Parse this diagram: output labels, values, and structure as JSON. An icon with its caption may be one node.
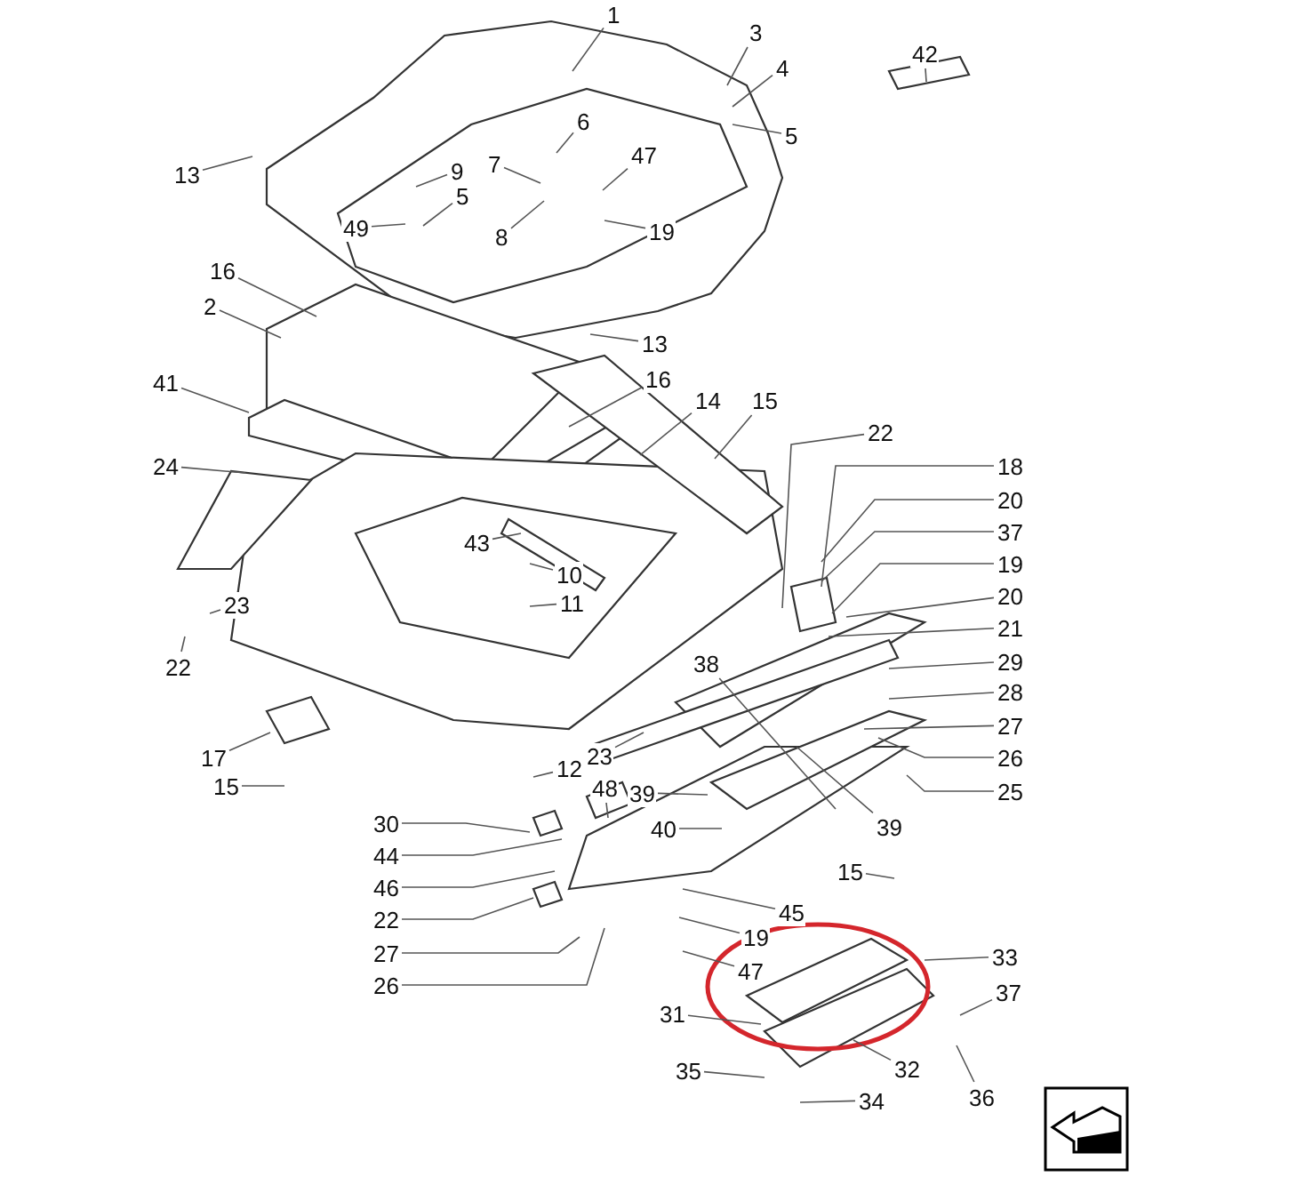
{
  "diagram": {
    "nodes": [
      {
        "text": [
          "1"
        ]
      },
      {
        "text": [
          "3"
        ]
      },
      {
        "text": [
          "42"
        ]
      },
      {
        "text": [
          "4"
        ]
      },
      {
        "text": [
          "6"
        ]
      },
      {
        "text": [
          "5"
        ]
      },
      {
        "text": [
          "47"
        ]
      },
      {
        "text": [
          "7"
        ]
      },
      {
        "text": [
          "13"
        ]
      },
      {
        "text": [
          "9"
        ]
      },
      {
        "text": [
          "5"
        ]
      },
      {
        "text": [
          "49"
        ]
      },
      {
        "text": [
          "19"
        ]
      },
      {
        "text": [
          "8"
        ]
      },
      {
        "text": [
          "16"
        ]
      },
      {
        "text": [
          "2"
        ]
      },
      {
        "text": [
          "13"
        ]
      },
      {
        "text": [
          "41"
        ]
      },
      {
        "text": [
          "16"
        ]
      },
      {
        "text": [
          "14"
        ]
      },
      {
        "text": [
          "15"
        ]
      },
      {
        "text": [
          "22"
        ]
      },
      {
        "text": [
          "18"
        ]
      },
      {
        "text": [
          "24"
        ]
      },
      {
        "text": [
          "20"
        ]
      },
      {
        "text": [
          "37"
        ]
      },
      {
        "text": [
          "43"
        ]
      },
      {
        "text": [
          "19"
        ]
      },
      {
        "text": [
          "10"
        ]
      },
      {
        "text": [
          "20"
        ]
      },
      {
        "text": [
          "11"
        ]
      },
      {
        "text": [
          "23"
        ]
      },
      {
        "text": [
          "21"
        ]
      },
      {
        "text": [
          "38"
        ]
      },
      {
        "text": [
          "22"
        ]
      },
      {
        "text": [
          "29"
        ]
      },
      {
        "text": [
          "28"
        ]
      },
      {
        "text": [
          "27"
        ]
      },
      {
        "text": [
          "23"
        ]
      },
      {
        "text": [
          "17"
        ]
      },
      {
        "text": [
          "26"
        ]
      },
      {
        "text": [
          "12"
        ]
      },
      {
        "text": [
          "15"
        ]
      },
      {
        "text": [
          "48"
        ]
      },
      {
        "text": [
          "25"
        ]
      },
      {
        "text": [
          "39"
        ]
      },
      {
        "text": [
          "30"
        ]
      },
      {
        "text": [
          "40"
        ]
      },
      {
        "text": [
          "39"
        ]
      },
      {
        "text": [
          "44"
        ]
      },
      {
        "text": [
          "15"
        ]
      },
      {
        "text": [
          "46"
        ]
      },
      {
        "text": [
          "45"
        ]
      },
      {
        "text": [
          "22"
        ]
      },
      {
        "text": [
          "19"
        ]
      },
      {
        "text": [
          "27"
        ]
      },
      {
        "text": [
          "33"
        ]
      },
      {
        "text": [
          "47"
        ]
      },
      {
        "text": [
          "26"
        ]
      },
      {
        "text": [
          "37"
        ]
      },
      {
        "text": [
          "31"
        ]
      },
      {
        "text": [
          "32"
        ]
      },
      {
        "text": [
          "35"
        ]
      },
      {
        "text": [
          "36"
        ]
      },
      {
        "text": [
          "34"
        ]
      }
    ],
    "edges": [
      {
        "from": 0,
        "to": null,
        "arrow": "none"
      },
      {
        "from": 1,
        "to": null,
        "arrow": "none"
      },
      {
        "from": 2,
        "to": null,
        "arrow": "none"
      },
      {
        "from": 3,
        "to": null,
        "arrow": "none"
      },
      {
        "from": 4,
        "to": null,
        "arrow": "none"
      },
      {
        "from": 5,
        "to": null,
        "arrow": "none"
      },
      {
        "from": 6,
        "to": null,
        "arrow": "none"
      },
      {
        "from": 7,
        "to": null,
        "arrow": "none"
      },
      {
        "from": 8,
        "to": null,
        "arrow": "none"
      },
      {
        "from": 9,
        "to": null,
        "arrow": "none"
      },
      {
        "from": 10,
        "to": null,
        "arrow": "none"
      },
      {
        "from": 11,
        "to": null,
        "arrow": "none"
      },
      {
        "from": 12,
        "to": null,
        "arrow": "none"
      },
      {
        "from": 13,
        "to": null,
        "arrow": "none"
      },
      {
        "from": 14,
        "to": null,
        "arrow": "none"
      },
      {
        "from": 15,
        "to": null,
        "arrow": "none"
      },
      {
        "from": 16,
        "to": null,
        "arrow": "none"
      },
      {
        "from": 17,
        "to": null,
        "arrow": "none"
      },
      {
        "from": 18,
        "to": null,
        "arrow": "none"
      },
      {
        "from": 19,
        "to": null,
        "arrow": "none"
      },
      {
        "from": 20,
        "to": null,
        "arrow": "none"
      },
      {
        "from": 21,
        "to": null,
        "arrow": "none"
      },
      {
        "from": 22,
        "to": null,
        "arrow": "none"
      },
      {
        "from": 23,
        "to": null,
        "arrow": "none"
      },
      {
        "from": 24,
        "to": null,
        "arrow": "none"
      },
      {
        "from": 25,
        "to": null,
        "arrow": "none"
      },
      {
        "from": 26,
        "to": null,
        "arrow": "none"
      },
      {
        "from": 27,
        "to": null,
        "arrow": "none"
      },
      {
        "from": 28,
        "to": null,
        "arrow": "none"
      },
      {
        "from": 29,
        "to": null,
        "arrow": "none"
      },
      {
        "from": 30,
        "to": null,
        "arrow": "none"
      },
      {
        "from": 31,
        "to": null,
        "arrow": "none"
      },
      {
        "from": 32,
        "to": null,
        "arrow": "none"
      },
      {
        "from": 33,
        "to": null,
        "arrow": "none"
      },
      {
        "from": 34,
        "to": null,
        "arrow": "none"
      },
      {
        "from": 35,
        "to": null,
        "arrow": "none"
      },
      {
        "from": 36,
        "to": null,
        "arrow": "none"
      },
      {
        "from": 37,
        "to": null,
        "arrow": "none"
      },
      {
        "from": 38,
        "to": null,
        "arrow": "none"
      },
      {
        "from": 39,
        "to": null,
        "arrow": "none"
      },
      {
        "from": 40,
        "to": null,
        "arrow": "none"
      },
      {
        "from": 41,
        "to": null,
        "arrow": "none"
      },
      {
        "from": 42,
        "to": null,
        "arrow": "none"
      },
      {
        "from": 43,
        "to": null,
        "arrow": "none"
      },
      {
        "from": 44,
        "to": null,
        "arrow": "none"
      },
      {
        "from": 45,
        "to": null,
        "arrow": "none"
      },
      {
        "from": 46,
        "to": null,
        "arrow": "none"
      },
      {
        "from": 47,
        "to": null,
        "arrow": "none"
      },
      {
        "from": 48,
        "to": null,
        "arrow": "none"
      },
      {
        "from": 49,
        "to": null,
        "arrow": "none"
      },
      {
        "from": 50,
        "to": null,
        "arrow": "none"
      },
      {
        "from": 51,
        "to": null,
        "arrow": "none"
      },
      {
        "from": 52,
        "to": null,
        "arrow": "none"
      },
      {
        "from": 53,
        "to": null,
        "arrow": "none"
      },
      {
        "from": 54,
        "to": null,
        "arrow": "none"
      },
      {
        "from": 55,
        "to": null,
        "arrow": "none"
      },
      {
        "from": 56,
        "to": null,
        "arrow": "none"
      },
      {
        "from": 57,
        "to": null,
        "arrow": "none"
      },
      {
        "from": 58,
        "to": null,
        "arrow": "none"
      },
      {
        "from": 59,
        "to": null,
        "arrow": "none"
      },
      {
        "from": 60,
        "to": null,
        "arrow": "none"
      },
      {
        "from": 61,
        "to": null,
        "arrow": "none"
      },
      {
        "from": 62,
        "to": null,
        "arrow": "none"
      },
      {
        "from": 63,
        "to": null,
        "arrow": "none"
      },
      {
        "from": 64,
        "to": null,
        "arrow": "none"
      }
    ]
  }
}
